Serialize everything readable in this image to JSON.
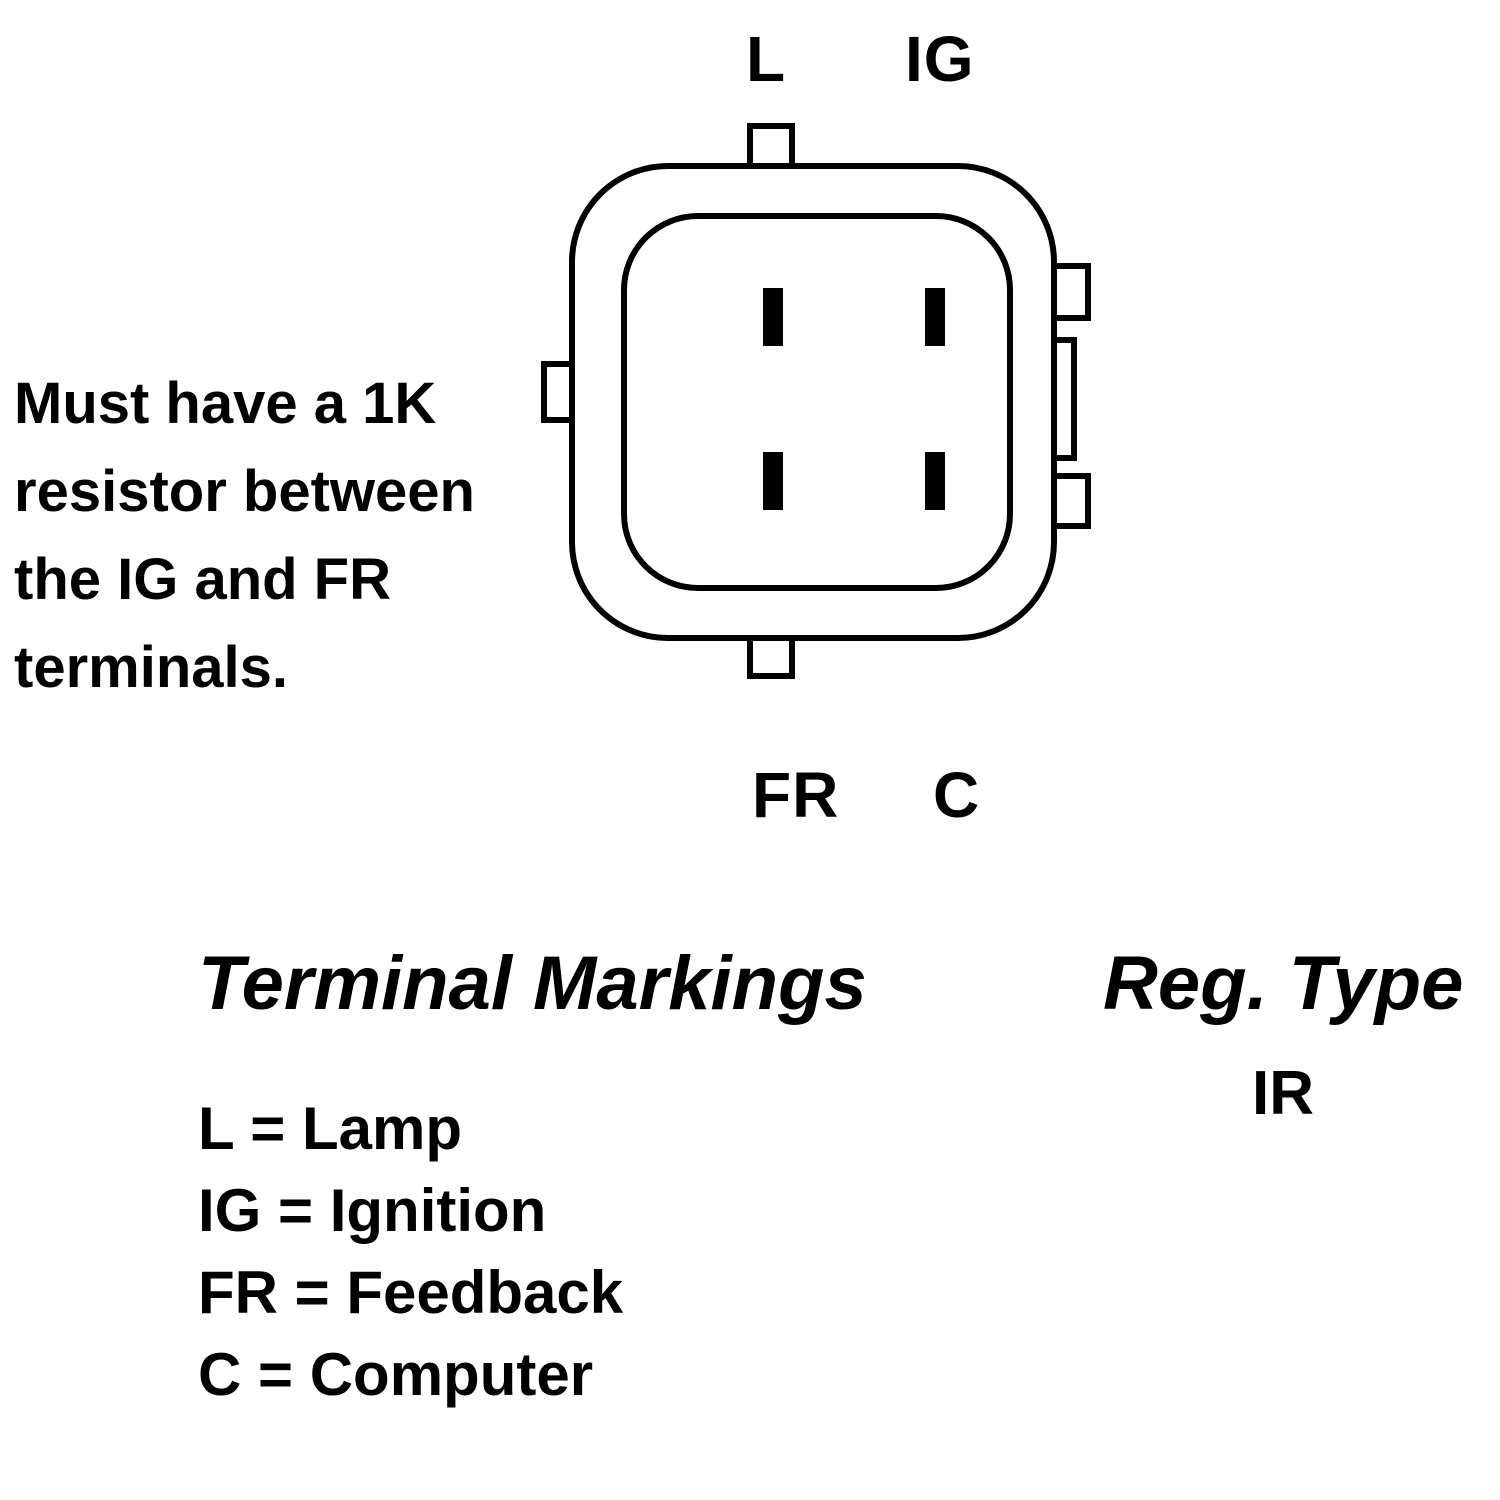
{
  "note": {
    "lines": [
      "Must have a 1K",
      "resistor between",
      "the IG and FR",
      "terminals."
    ]
  },
  "connector": {
    "pin_labels": {
      "top_left": "L",
      "top_right": "IG",
      "bottom_left": "FR",
      "bottom_right": "C"
    }
  },
  "terminal_markings": {
    "title": "Terminal Markings",
    "items": [
      {
        "code": "L",
        "meaning": "Lamp",
        "text": "L = Lamp"
      },
      {
        "code": "IG",
        "meaning": "Ignition",
        "text": "IG = Ignition"
      },
      {
        "code": "FR",
        "meaning": "Feedback",
        "text": "FR = Feedback"
      },
      {
        "code": "C",
        "meaning": "Computer",
        "text": "C = Computer"
      }
    ]
  },
  "reg_type": {
    "title": "Reg. Type",
    "value": "IR"
  },
  "colors": {
    "ink": "#000000",
    "background": "#ffffff"
  }
}
